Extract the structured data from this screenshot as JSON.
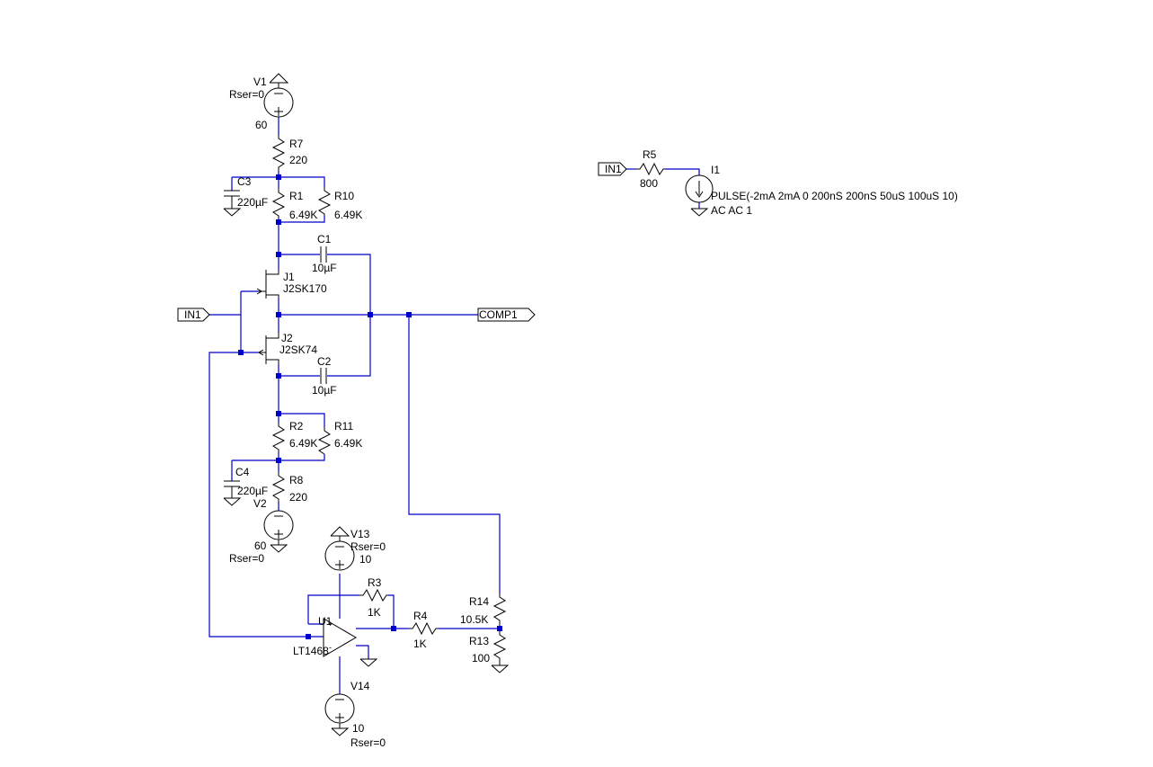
{
  "components": {
    "V1": {
      "ref": "V1",
      "rser": "Rser=0",
      "value": "60"
    },
    "R7": {
      "ref": "R7",
      "value": "220"
    },
    "C3": {
      "ref": "C3",
      "value": "220µF"
    },
    "R1": {
      "ref": "R1",
      "value": "6.49K"
    },
    "R10": {
      "ref": "R10",
      "value": "6.49K"
    },
    "C1": {
      "ref": "C1",
      "value": "10µF"
    },
    "J1": {
      "ref": "J1",
      "value": "J2SK170"
    },
    "J2": {
      "ref": "J2",
      "value": "J2SK74"
    },
    "C2": {
      "ref": "C2",
      "value": "10µF"
    },
    "R2": {
      "ref": "R2",
      "value": "6.49K"
    },
    "R11": {
      "ref": "R11",
      "value": "6.49K"
    },
    "C4": {
      "ref": "C4",
      "value": "220µF"
    },
    "R8": {
      "ref": "R8",
      "value": "220"
    },
    "V2": {
      "ref": "V2",
      "value": "60",
      "rser": "Rser=0"
    },
    "V13": {
      "ref": "V13",
      "rser": "Rser=0",
      "value": "10"
    },
    "R3": {
      "ref": "R3",
      "value": "1K"
    },
    "U1": {
      "ref": "U1",
      "value": "LT1468"
    },
    "R4": {
      "ref": "R4",
      "value": "1K"
    },
    "R14": {
      "ref": "R14",
      "value": "10.5K"
    },
    "R13": {
      "ref": "R13",
      "value": "100"
    },
    "V14": {
      "ref": "V14",
      "value": "10",
      "rser": "Rser=0"
    },
    "R5": {
      "ref": "R5",
      "value": "800"
    },
    "I1": {
      "ref": "I1",
      "value": "PULSE(-2mA 2mA 0 200nS 200nS 50uS 100uS 10)",
      "ac": "AC AC 1"
    }
  },
  "net_labels": {
    "in1_left": "IN1",
    "comp1": "COMP1",
    "in1_right": "IN1"
  },
  "colors": {
    "wire": "#0000cc",
    "symbol": "#000000",
    "background": "#ffffff"
  }
}
